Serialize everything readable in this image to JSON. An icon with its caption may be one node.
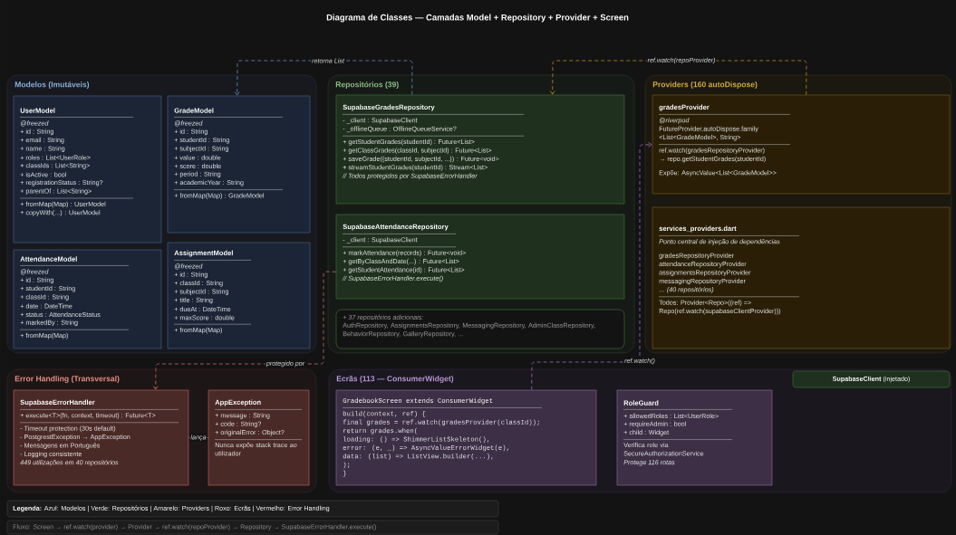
{
  "diagram": {
    "title": "Diagrama de Classes — Camadas Model + Repository + Provider + Screen",
    "nodes": [
      {
        "text": [
          "Modelos (Imutáveis)"
        ]
      },
      {
        "text": [
          "UserModel",
          "@freezed",
          "+ id : String",
          "+ email : String",
          "+ name : String",
          "+ roles : List<UserRole>",
          "+ classIds : List<String>",
          "+ isActive : bool",
          "+ registrationStatus : String?",
          "+ parentOf : List<String>",
          "+ fromMap(Map) : UserModel",
          "+ copyWith(...) : UserModel"
        ],
        "in": 0
      },
      {
        "text": [
          "GradeModel",
          "@freezed",
          "+ id : String",
          "+ studentId : String",
          "+ subjectId : String",
          "+ value : double",
          "+ score : double",
          "+ period : String",
          "+ academicYear : String",
          "+ fromMap(Map) : GradeModel"
        ],
        "in": 0
      },
      {
        "text": [
          "AttendanceModel",
          "@freezed",
          "+ id : String",
          "+ studentId : String",
          "+ classId : String",
          "+ date : DateTime",
          "+ status : AttendanceStatus",
          "+ markedBy : String",
          "+ fromMap(Map)"
        ],
        "in": 0
      },
      {
        "text": [
          "AssignmentModel",
          "@freezed",
          "+ id : String",
          "+ classId : String",
          "+ subjectId : String",
          "+ title : String",
          "+ dueAt : DateTime",
          "+ maxScore : double",
          "+ fromMap(Map)"
        ],
        "in": 0
      },
      {
        "text": [
          "Repositórios (39)"
        ]
      },
      {
        "text": [
          "SupabaseGradesRepository",
          "- _client : SupabaseClient",
          "- _offlineQueue : OfflineQueueService?",
          "+ getStudentGrades(studentId) : Future<List>",
          "+ getClassGrades(classId, subjectId) : Future<List>",
          "+ saveGrade({studentId, subjectId, ...}) : Future<void>",
          "+ streamStudentGrades(studentId) : Stream<List>",
          "// Todos protegidos por SupabaseErrorHandler"
        ],
        "in": 5
      },
      {
        "text": [
          "SupabaseAttendanceRepository",
          "- _client : SupabaseClient",
          "+ markAttendance(records) : Future<void>",
          "+ getByClassAndDate(...) : Future<List>",
          "+ getStudentAttendance(id) : Future<List>",
          "// SupabaseErrorHandler.execute()"
        ],
        "in": 5
      },
      {
        "text": [
          "+ 37 repositórios adicionais:",
          "AuthRepository, AssignmentsRepository, MessagingRepository, AdminClassRepository, BehaviorRepository, GalleryRepository, ..."
        ],
        "in": 5
      },
      {
        "text": [
          "Providers (160 autoDispose)"
        ]
      },
      {
        "text": [
          "gradesProvider",
          "@riverpod",
          "FutureProvider.autoDispose.family",
          "<List<GradeModel>, String>",
          "ref.watch(gradesRepositoryProvider)",
          "→ repo.getStudentGrades(studentId)",
          "Expõe: AsyncValue<List<GradeModel>>"
        ],
        "in": 9
      },
      {
        "text": [
          "services_providers.dart",
          "Ponto central de injeção de dependências",
          "gradesRepositoryProvider",
          "attendanceRepositoryProvider",
          "assignmentsRepositoryProvider",
          "messagingRepositoryProvider",
          "... *(40 repositórios)*",
          "Todos: Provider<Repo>((ref) =>",
          "Repo(ref.watch(supabaseClientProvider)))"
        ],
        "in": 9
      },
      {
        "text": [
          "Error Handling (Transversal)"
        ]
      },
      {
        "text": [
          "SupabaseErrorHandler",
          "+ execute<T>(fn, context, timeout) : Future<T>",
          "- Timeout protection (30s default)",
          "- PostgrestException → AppException",
          "- Mensagens em Português",
          "- Logging consistente",
          "449 utilizações em 40 repositórios"
        ],
        "in": 12
      },
      {
        "text": [
          "AppException",
          "+ message : String",
          "+ code : String?",
          "+ originalError : Object?",
          "Nunca expõe stack trace ao utilizador"
        ],
        "in": 12
      },
      {
        "text": [
          "Ecrãs (113 — ConsumerWidget)"
        ]
      },
      {
        "text": [
          "GradebookScreen extends ConsumerWidget",
          "build(context, ref) {",
          "final grades = ref.watch(gradesProvider(classId));",
          "return grades.when(",
          "loading: () => ShimmerListSkeleton(),",
          "error: (e, _) => AsyncValueErrorWidget(e),",
          "data: (list) => ListView.builder(...),",
          ");",
          "}"
        ],
        "in": 15
      },
      {
        "text": [
          "RoleGuard",
          "+ allowedRoles : List<UserRole>",
          "+ requireAdmin : bool",
          "+ child : Widget",
          "Verifica role via SecureAuthorizationService",
          "Protege 116 rotas"
        ],
        "in": 15
      },
      {
        "text": [
          "**SupabaseClient** (injetado)"
        ],
        "in": 15
      },
      {
        "text": [
          "**Legenda:** Azul: Modelos | Verde: Repositórios | Amarelo: Providers | Roxo: Ecrãs | Vermelho: Error Handling"
        ]
      },
      {
        "text": [
          "Fluxo: Screen → ref.watch(provider) → Provider → ref.watch(repoProvider) → Repository → SupabaseErrorHandler.execute()"
        ]
      }
    ],
    "edges": [
      {
        "from": 6,
        "to": 2,
        "arrow": "to",
        "label": "retorna List",
        "style": "dashed",
        "color": "#6a8cc0"
      },
      {
        "from": 10,
        "to": 6,
        "arrow": "to",
        "label": "ref.watch(repoProvider)",
        "style": "dashed",
        "color": "#b8901a"
      },
      {
        "from": 7,
        "to": 13,
        "arrow": "to",
        "label": "protegido por",
        "style": "dashed",
        "color": "#d06a60"
      },
      {
        "from": 16,
        "to": 10,
        "arrow": "to",
        "label": "ref.watch()",
        "style": "dashed",
        "color": "#a070c0"
      },
      {
        "from": 13,
        "to": 14,
        "arrow": "none",
        "label": "lança",
        "color": "#8a8a8a"
      }
    ]
  }
}
